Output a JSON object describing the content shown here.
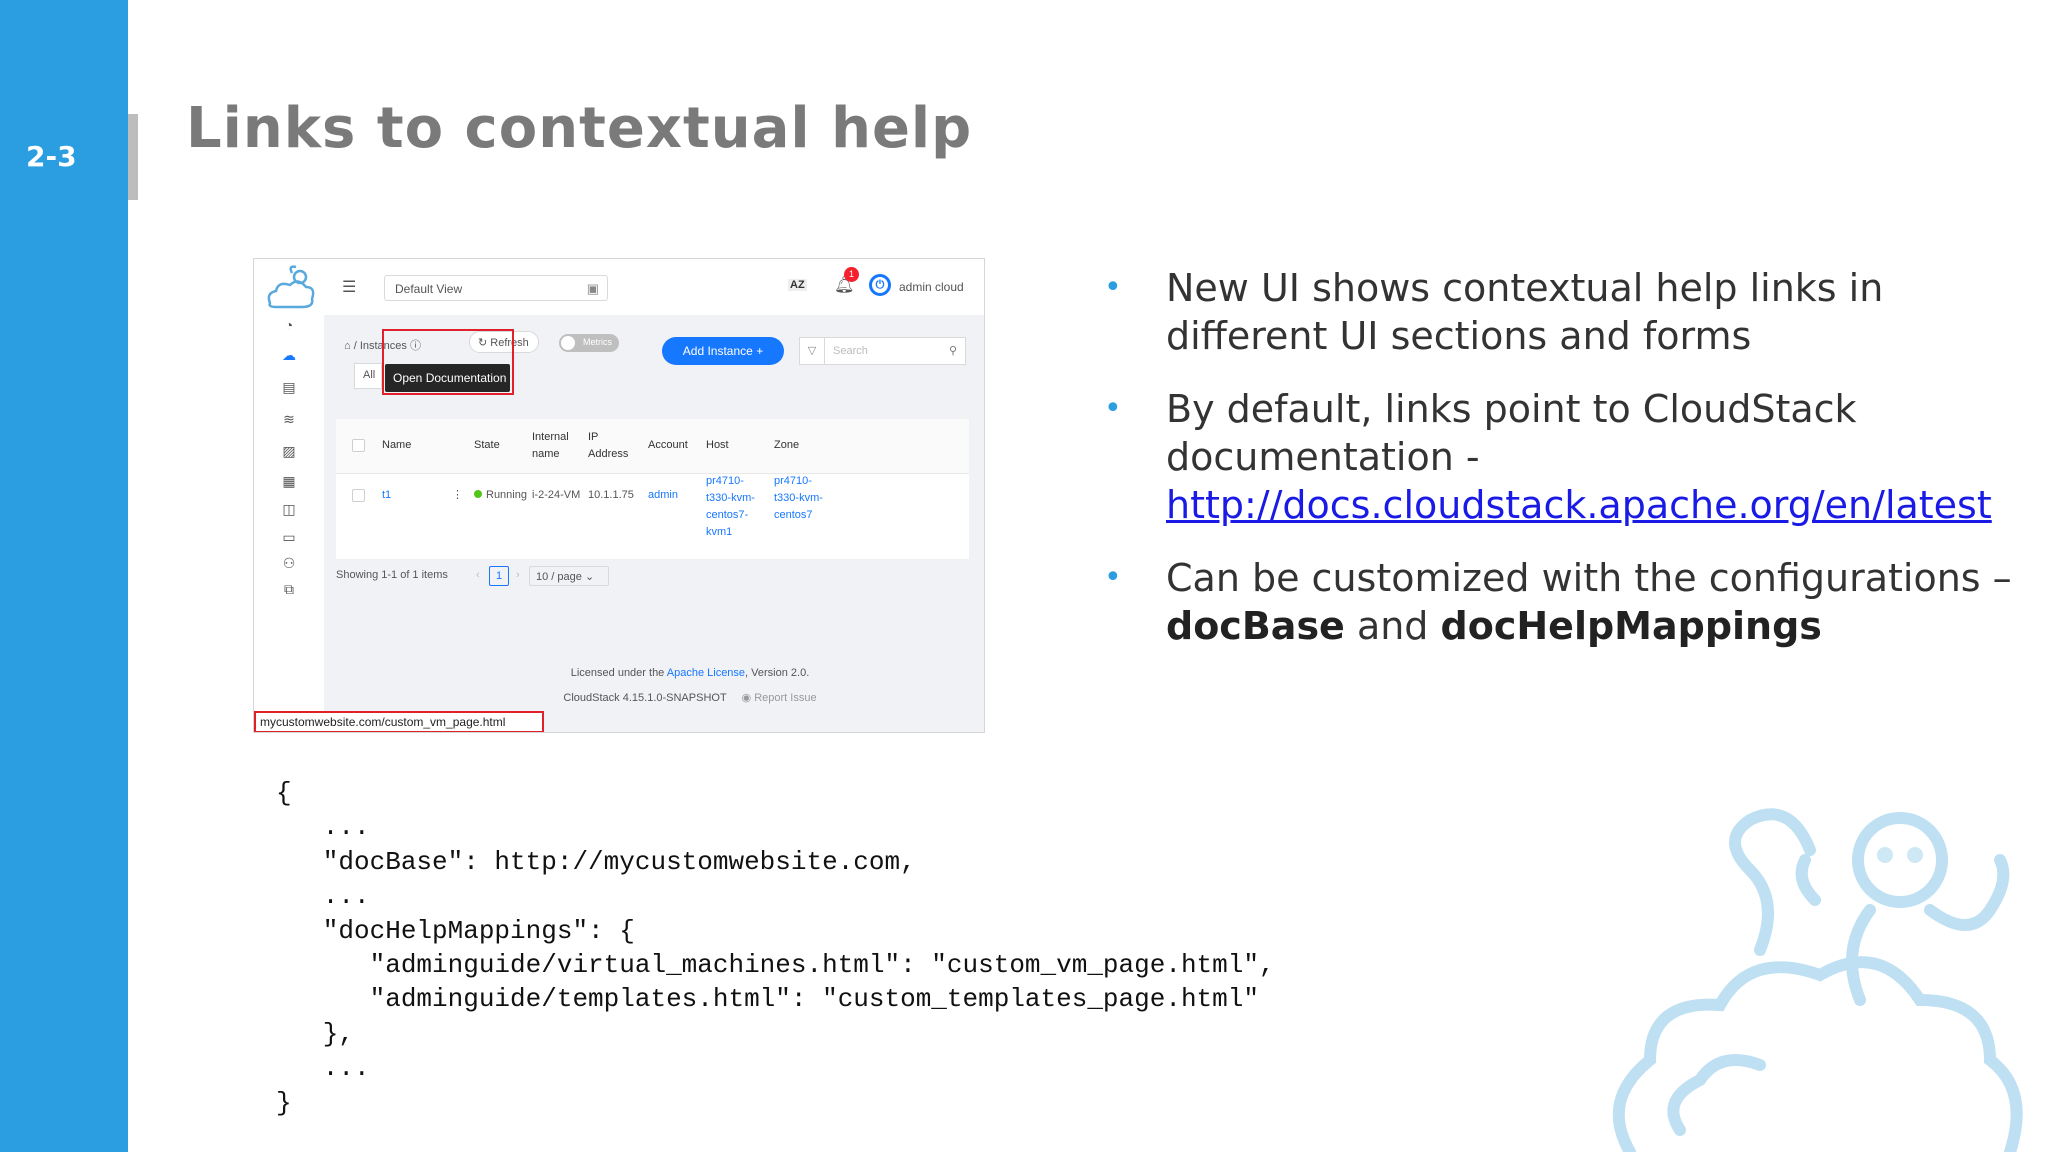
{
  "slide": {
    "number": "2-3",
    "title": "Links to contextual help"
  },
  "bullets": [
    {
      "text": "New UI shows contextual help links in different UI sections and forms"
    },
    {
      "text": "By default, links point to CloudStack documentation -",
      "link": "http://docs.cloudstack.apache.org/en/latest"
    },
    {
      "text": "Can be customized with the configurations –",
      "bold1": "docBase",
      "middle": "and",
      "bold2": "docHelpMappings"
    }
  ],
  "code_lines": [
    "{",
    "   ...",
    "   \"docBase\": http://mycustomwebsite.com,",
    "   ...",
    "   \"docHelpMappings\": {",
    "      \"adminguide/virtual_machines.html\": \"custom_vm_page.html\",",
    "      \"adminguide/templates.html\": \"custom_templates_page.html\"",
    "   },",
    "   ...",
    "}"
  ],
  "screenshot": {
    "view_selector": "Default View",
    "lang_icon": "AZ",
    "notification_count": "1",
    "user": "admin cloud",
    "breadcrumb_page": "Instances",
    "refresh_label": "Refresh",
    "metrics_toggle": "Metrics",
    "add_button": "Add Instance",
    "add_plus": "+",
    "search_placeholder": "Search",
    "all_button": "All",
    "tooltip": "Open Documentation",
    "columns": [
      "Name",
      "State",
      "Internal name",
      "IP Address",
      "Account",
      "Host",
      "Zone"
    ],
    "row": {
      "name": "t1",
      "state": "Running",
      "internal_name": "i-2-24-VM",
      "ip": "10.1.1.75",
      "account": "admin",
      "host": "pr4710-t330-kvm-centos7-kvm1",
      "zone": "pr4710-t330-kvm-centos7"
    },
    "pager_text": "Showing 1-1 of 1 items",
    "page_number": "1",
    "page_size": "10 / page",
    "footer_license_prefix": "Licensed under the",
    "footer_license_link": "Apache License",
    "footer_license_suffix": ", Version 2.0.",
    "footer_version": "CloudStack 4.15.1.0-SNAPSHOT",
    "footer_report": "Report Issue",
    "status_url": "mycustomwebsite.com/custom_vm_page.html"
  },
  "colors": {
    "accent": "#2a9ee0",
    "title_gray": "#7a7a7a",
    "link_blue": "#1a1ae6",
    "highlight_red": "#e0202a",
    "ui_primary": "#1677ff"
  }
}
